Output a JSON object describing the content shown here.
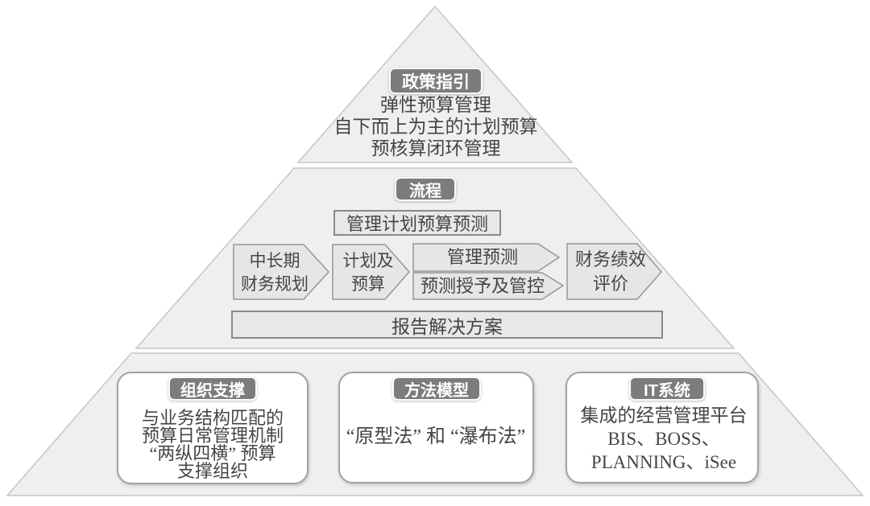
{
  "colors": {
    "pyramid_fill": "#f0efee",
    "pyramid_stroke": "#c7c5c3",
    "badge_bg": "#7c7c7c",
    "badge_text": "#ffffff",
    "arrow_fill": "#e7e6e5",
    "arrow_stroke": "#969696",
    "box_fill": "#e9e8e7",
    "box_stroke": "#8a8a8a",
    "card_bg": "#ffffff",
    "card_stroke": "#a2a2a2",
    "text": "#454545"
  },
  "policy_tier": {
    "badge": "政策指引",
    "lines": [
      "弹性预算管理",
      "自下而上为主的计划预算",
      "预核算闭环管理"
    ]
  },
  "process_tier": {
    "badge": "流程",
    "plan_box": "管理计划预算预测",
    "arrows": [
      [
        "中长期",
        "财务规划"
      ],
      [
        "计划及",
        "预算"
      ],
      [
        "管理预测"
      ],
      [
        "预测授予及管控"
      ],
      [
        "财务绩效",
        "评价"
      ]
    ],
    "report_bar": "报告解决方案"
  },
  "foundation_tier": {
    "cards": [
      {
        "badge": "组织支撑",
        "lines": [
          "与业务结构匹配的",
          "预算日常管理机制",
          "“两纵四横” 预算",
          "支撑组织"
        ]
      },
      {
        "badge": "方法模型",
        "lines": [
          "“原型法” 和 “瀑布法”"
        ]
      },
      {
        "badge": "IT系统",
        "lines": [
          "集成的经营管理平台",
          "BIS、BOSS、",
          "PLANNING、iSee"
        ]
      }
    ]
  }
}
